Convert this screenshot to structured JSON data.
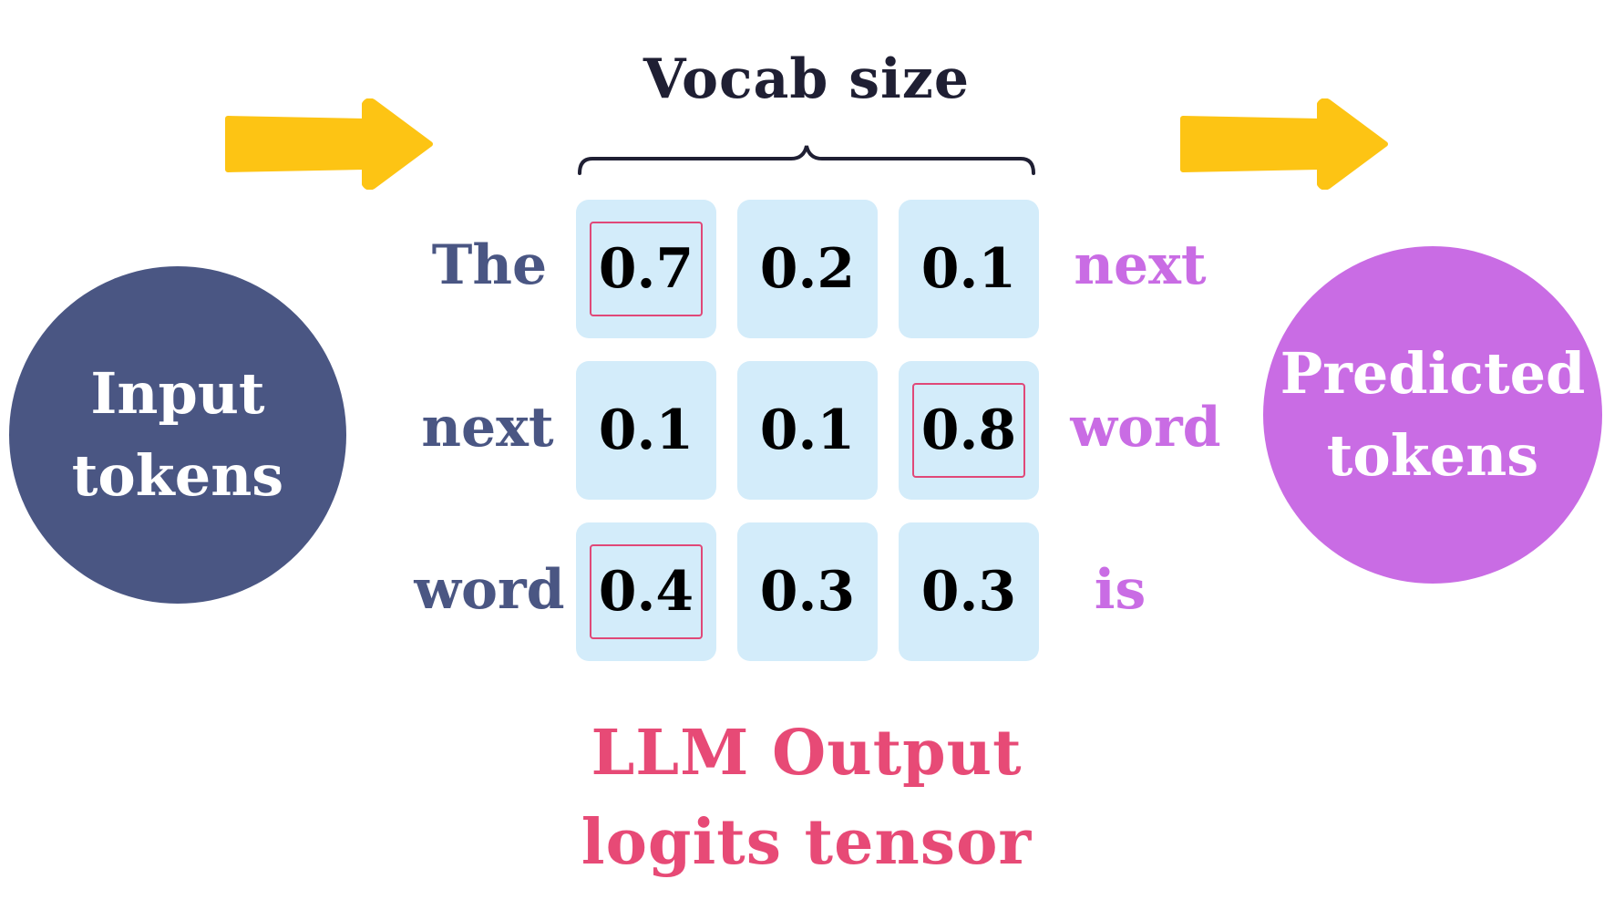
{
  "input_circle": {
    "line1": "Input",
    "line2": "tokens",
    "color": "#4a5683"
  },
  "output_circle": {
    "line1": "Predicted",
    "line2": "tokens",
    "color": "#c96ce4"
  },
  "vocab_label": "Vocab size",
  "input_tokens": [
    "The",
    "next",
    "word"
  ],
  "predicted_tokens": [
    "next",
    "word",
    "is"
  ],
  "logits": [
    {
      "values": [
        "0.7",
        "0.2",
        "0.1"
      ],
      "highlight_index": 0
    },
    {
      "values": [
        "0.1",
        "0.1",
        "0.8"
      ],
      "highlight_index": 2
    },
    {
      "values": [
        "0.4",
        "0.3",
        "0.3"
      ],
      "highlight_index": 0
    }
  ],
  "caption": {
    "line1": "LLM Output",
    "line2": "logits tensor"
  },
  "colors": {
    "arrow": "#fdc414",
    "cell": "#d3ecfa",
    "highlight_box": "#e04878",
    "caption": "#e74a76"
  }
}
